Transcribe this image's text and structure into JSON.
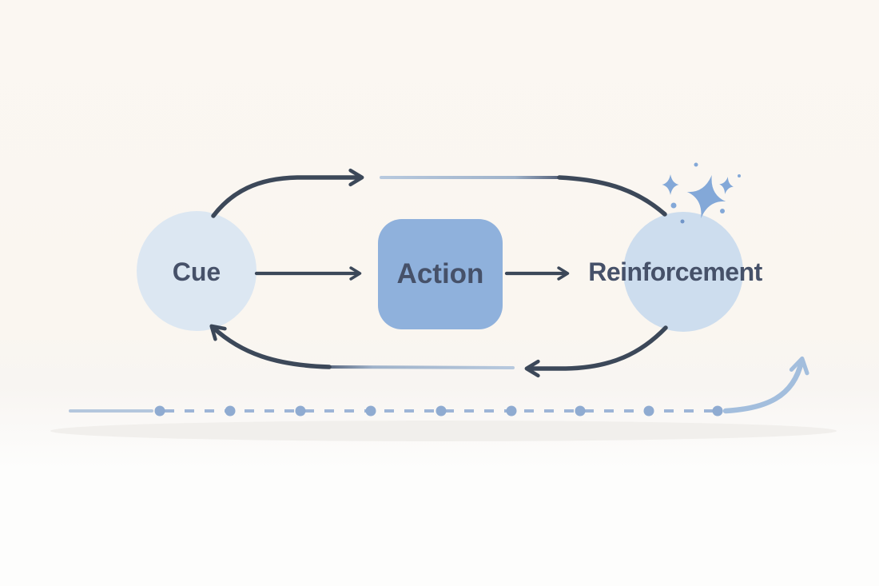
{
  "diagram": {
    "type": "habit-loop-flow",
    "nodes": {
      "cue": {
        "label": "Cue",
        "shape": "circle"
      },
      "action": {
        "label": "Action",
        "shape": "rounded-square"
      },
      "reinforcement": {
        "label": "Reinforcement",
        "shape": "circle"
      }
    },
    "edges": [
      {
        "from": "cue",
        "to": "action",
        "style": "straight-arrow-right"
      },
      {
        "from": "action",
        "to": "reinforcement",
        "style": "straight-arrow-right"
      },
      {
        "from": "cue",
        "to": "reinforcement",
        "style": "top-loop-arc"
      },
      {
        "from": "reinforcement",
        "to": "cue",
        "style": "bottom-loop-feedback-arc"
      }
    ],
    "timeline": {
      "dot_count": 9,
      "style": "dashed-line-with-dots",
      "end": "curved-arrow-upward"
    }
  },
  "icons": {
    "sparkles": "✦",
    "up_arrow": "↑"
  },
  "colors": {
    "background_top": "#fbf7f2",
    "background_bottom": "#fdfdfc",
    "dark_stroke": "#3c4859",
    "light_stroke": "#b4c7dd",
    "cue_fill": "#dce7f2",
    "action_fill": "#8fb1dc",
    "reinforcement_fill": "#cdddee",
    "label_text": "#465169",
    "timeline_dot": "#8fabd1",
    "timeline_dash": "#9db5d7",
    "up_arrow": "#a3bedd",
    "sparkle": "#83a8d8",
    "shadow": "#f1efec"
  }
}
